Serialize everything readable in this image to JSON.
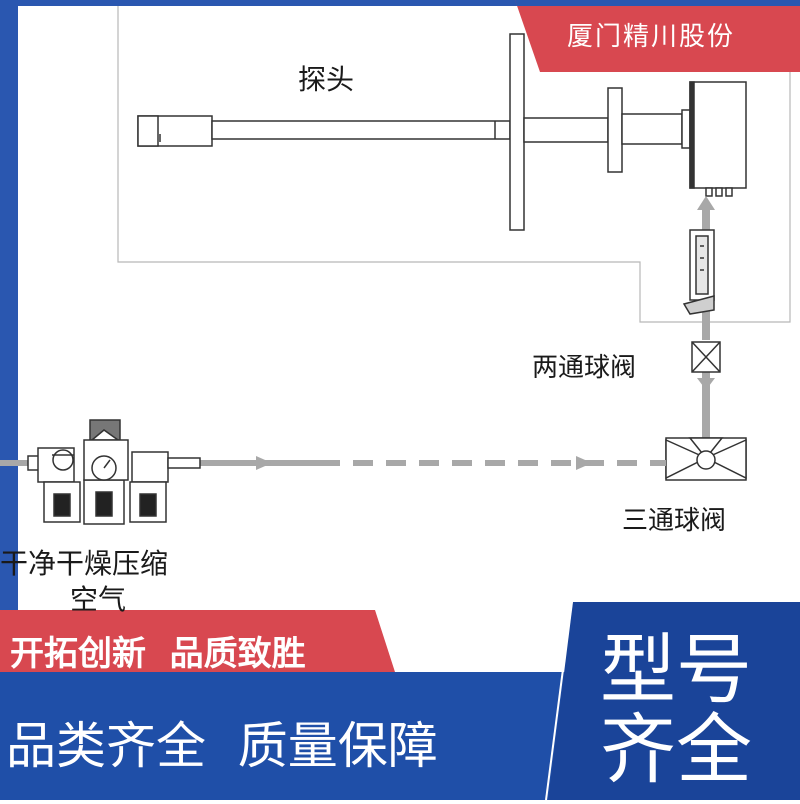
{
  "brand": "厦门精川股份",
  "diagram": {
    "probe_label": "探头",
    "two_way_valve_label": "两通球阀",
    "three_way_valve_label": "三通球阀",
    "air_source_label_line1": "干净干燥压缩",
    "air_source_label_line2": "空气"
  },
  "banners": {
    "slogan": "开拓创新  品质致胜",
    "features": "品类齐全  质量保障",
    "models_line1": "型号",
    "models_line2": "齐全"
  },
  "colors": {
    "blue": "#1f4fa8",
    "blue_dark": "#163c86",
    "red": "#d84850",
    "line_gray": "#999999"
  }
}
